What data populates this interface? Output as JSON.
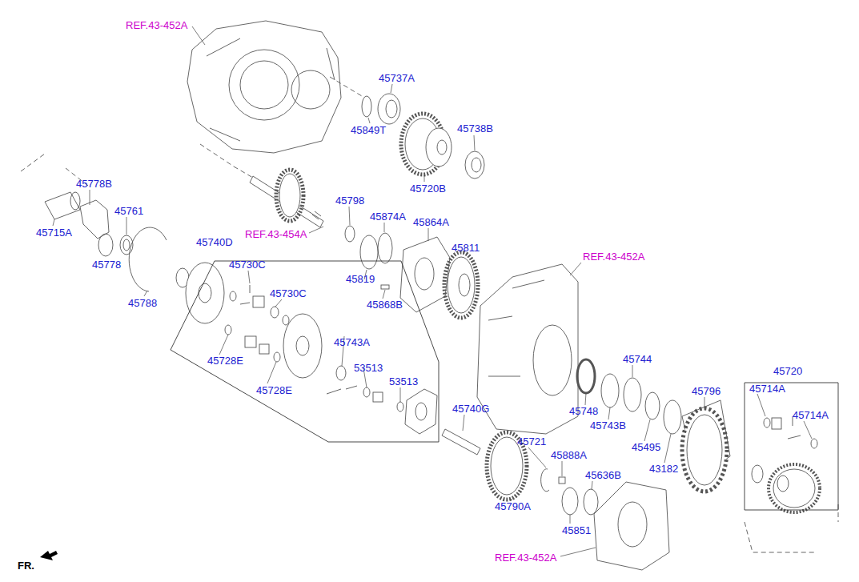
{
  "diagram": {
    "nodes": [
      {
        "text": [
          "45740D"
        ]
      },
      {
        "text": [
          "45720"
        ]
      }
    ],
    "labels": [
      "REF.43-452A",
      "45737A",
      "45849T",
      "45738B",
      "45720B",
      "45778B",
      "45761",
      "45715A",
      "45778",
      "45788",
      "45798",
      "45874A",
      "45864A",
      "REF.43-454A",
      "45811",
      "REF.43-452A",
      "45819",
      "45730C",
      "45730C",
      "45868B",
      "45743A",
      "45728E",
      "53513",
      "45728E",
      "53513",
      "45744",
      "45748",
      "45743B",
      "45796",
      "45714A",
      "45714A",
      "45740G",
      "45495",
      "43182",
      "45721",
      "45888A",
      "45636B",
      "45790A",
      "45851",
      "REF.43-452A",
      "FR."
    ]
  }
}
